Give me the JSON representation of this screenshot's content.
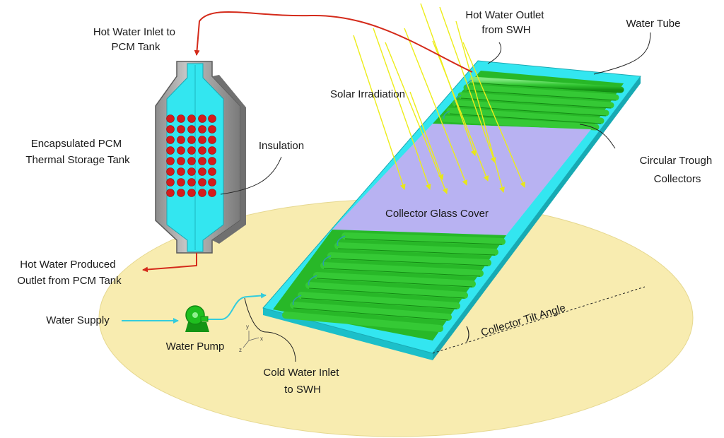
{
  "labels": {
    "hot_water_inlet_pcm": [
      "Hot Water Inlet to",
      "PCM Tank"
    ],
    "hot_water_outlet_swh": [
      "Hot Water Outlet",
      "from SWH"
    ],
    "water_tube": "Water Tube",
    "solar_irradiation": "Solar Irradiation",
    "encapsulated_pcm": [
      "Encapsulated PCM",
      "Thermal Storage Tank"
    ],
    "insulation": "Insulation",
    "circular_trough": [
      "Circular Trough",
      "Collectors"
    ],
    "collector_glass_cover": "Collector Glass Cover",
    "hot_water_produced": [
      "Hot Water Produced",
      "Outlet from PCM Tank"
    ],
    "water_supply": "Water Supply",
    "water_pump": "Water Pump",
    "cold_water_inlet": [
      "Cold Water Inlet",
      "to SWH"
    ],
    "collector_tilt_angle": "Collector Tilt Angle",
    "axis_labels": [
      "x",
      "y",
      "z"
    ]
  },
  "colors": {
    "ground": "#f8ecb0",
    "frame": "#33e6f0",
    "frame_dark": "#1cbfc9",
    "glass": "#b8b2f2",
    "tube": "#35c935",
    "tube_dark": "#138a13",
    "tank_body": "#a6a6a6",
    "tank_dark": "#7a7a7a",
    "tank_water": "#33e6f0",
    "pcm_ball": "#d41c1c",
    "hot_pipe": "#d42a1a",
    "cold_pipe": "#33ccdd",
    "pump": "#1fbf1f",
    "sun_ray": "#f2f21a"
  }
}
